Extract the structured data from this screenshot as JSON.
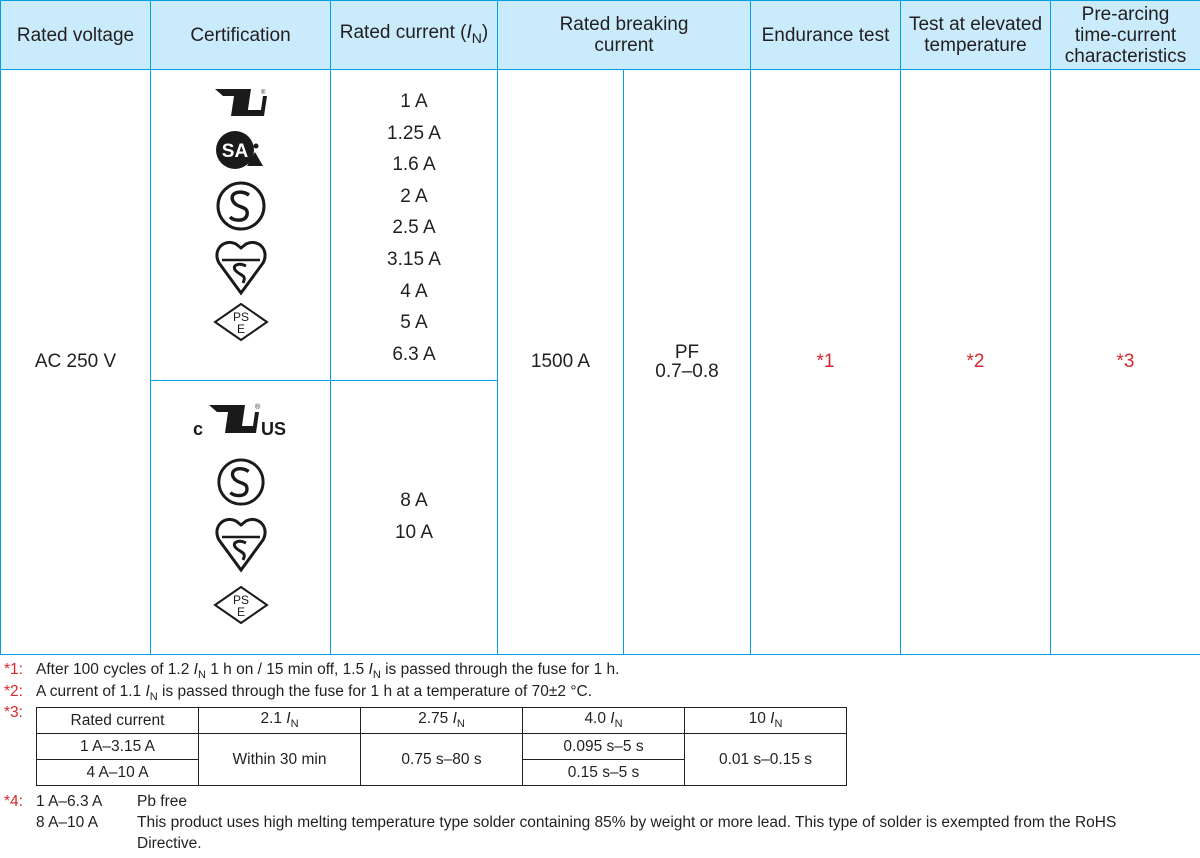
{
  "headers": {
    "rated_voltage": "Rated voltage",
    "certification": "Certification",
    "rated_current": "Rated current (",
    "rated_current_sym": "I",
    "rated_current_sub": "N",
    "rated_current_close": ")",
    "breaking_line1": "Rated breaking",
    "breaking_line2": "current",
    "endurance": "Endurance test",
    "elevated_line1": "Test at elevated",
    "elevated_line2": "temperature",
    "prearc_line1": "Pre-arcing",
    "prearc_line2": "time-current",
    "prearc_line3": "characteristics"
  },
  "row": {
    "voltage": "AC 250 V",
    "currents_group1": [
      "1 A",
      "1.25 A",
      "1.6 A",
      "2 A",
      "2.5 A",
      "3.15 A",
      "4 A",
      "5 A",
      "6.3 A"
    ],
    "currents_group2": [
      "8 A",
      "10 A"
    ],
    "breaking_current": "1500 A",
    "pf_label": "PF",
    "pf_value": "0.7–0.8",
    "endurance_ref": "*1",
    "elevated_ref": "*2",
    "prearc_ref": "*3"
  },
  "logos": {
    "group1": [
      "ul-recognized-icon",
      "csa-icon",
      "s-mark-icon",
      "bsi-kitemark-icon",
      "pse-icon"
    ],
    "group2": [
      "cul-us-icon",
      "s-mark-icon",
      "bsi-kitemark-icon",
      "pse-icon"
    ],
    "ul_text": "UL",
    "c_text": "c",
    "us_text": "US",
    "csa_text": "SA",
    "pse_p": "PS",
    "pse_e": "E",
    "reg_mark": "®"
  },
  "notes": {
    "n1_mark": "*1:",
    "n1_a": "After 100 cycles of 1.2 ",
    "n1_b": " 1 h on / 15 min off, 1.5 ",
    "n1_c": " is passed through the fuse for 1 h.",
    "n2_mark": "*2:",
    "n2_a": "A current of 1.1 ",
    "n2_b": " is passed through the fuse for 1 h at a temperature of 70±2 °C.",
    "n3_mark": "*3:",
    "sym_i": "I",
    "sym_n": "N",
    "n4_mark": "*4:",
    "n4_r1_range": "1 A–6.3 A",
    "n4_r1_text": "Pb free",
    "n4_r2_range": "8 A–10 A",
    "n4_r2_text_l1": "This product uses high melting temperature type solder containing 85% by weight or more lead. This type of solder is exempted from the RoHS",
    "n4_r2_text_l2": "Directive."
  },
  "prearc_table": {
    "col0": "Rated current",
    "col1": "2.1 ",
    "col2": "2.75 ",
    "col3": "4.0 ",
    "col4": "10 ",
    "row1_current": "1 A–3.15 A",
    "row2_current": "4 A–10 A",
    "t_2_1": "Within 30 min",
    "t_2_75": "0.75 s–80 s",
    "t_4_0_row1": "0.095 s–5 s",
    "t_4_0_row2": "0.15 s–5 s",
    "t_10": "0.01 s–0.15 s"
  },
  "colors": {
    "border": "#00a0e0",
    "header_bg": "#c9ebfb",
    "note_mark": "#d8282f",
    "text": "#231f20"
  }
}
